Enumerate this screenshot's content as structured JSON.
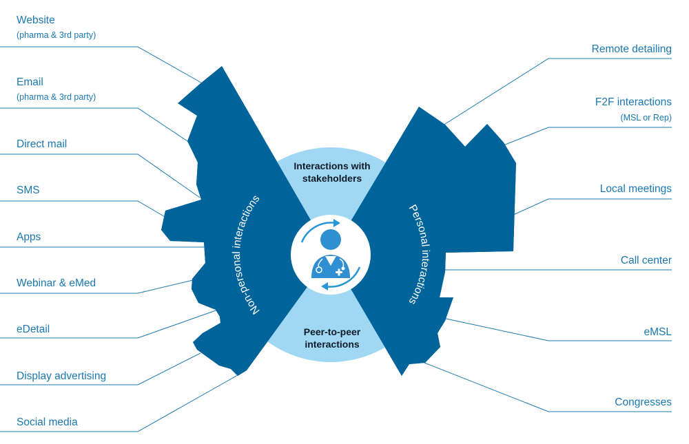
{
  "colors": {
    "fan": "#00649a",
    "inner_circle": "#a0d8f4",
    "label_text": "#1a78b0",
    "leader_line": "#1a78b0",
    "center_text": "#0d1b26"
  },
  "left_channels": [
    {
      "label": "Website",
      "sublabel": "(pharma & 3rd party)"
    },
    {
      "label": "Email",
      "sublabel": "(pharma & 3rd party)"
    },
    {
      "label": "Direct mail"
    },
    {
      "label": "SMS"
    },
    {
      "label": "Apps"
    },
    {
      "label": "Webinar & eMed"
    },
    {
      "label": "eDetail"
    },
    {
      "label": "Display advertising"
    },
    {
      "label": "Social media"
    }
  ],
  "right_channels": [
    {
      "label": "Remote detailing"
    },
    {
      "label": "F2F interactions",
      "sublabel": "(MSL or Rep)"
    },
    {
      "label": "Local meetings"
    },
    {
      "label": "Call center"
    },
    {
      "label": "eMSL"
    },
    {
      "label": "Congresses"
    }
  ],
  "fans": {
    "left_title": "Non-personal interactions",
    "right_title": "Personal interactions"
  },
  "center": {
    "top_line1": "Interactions with",
    "top_line2": "stakeholders",
    "bottom_line1": "Peer-to-peer",
    "bottom_line2": "interactions",
    "icon": "doctor-icon",
    "cycle_icon": "refresh-cycle-icon"
  }
}
